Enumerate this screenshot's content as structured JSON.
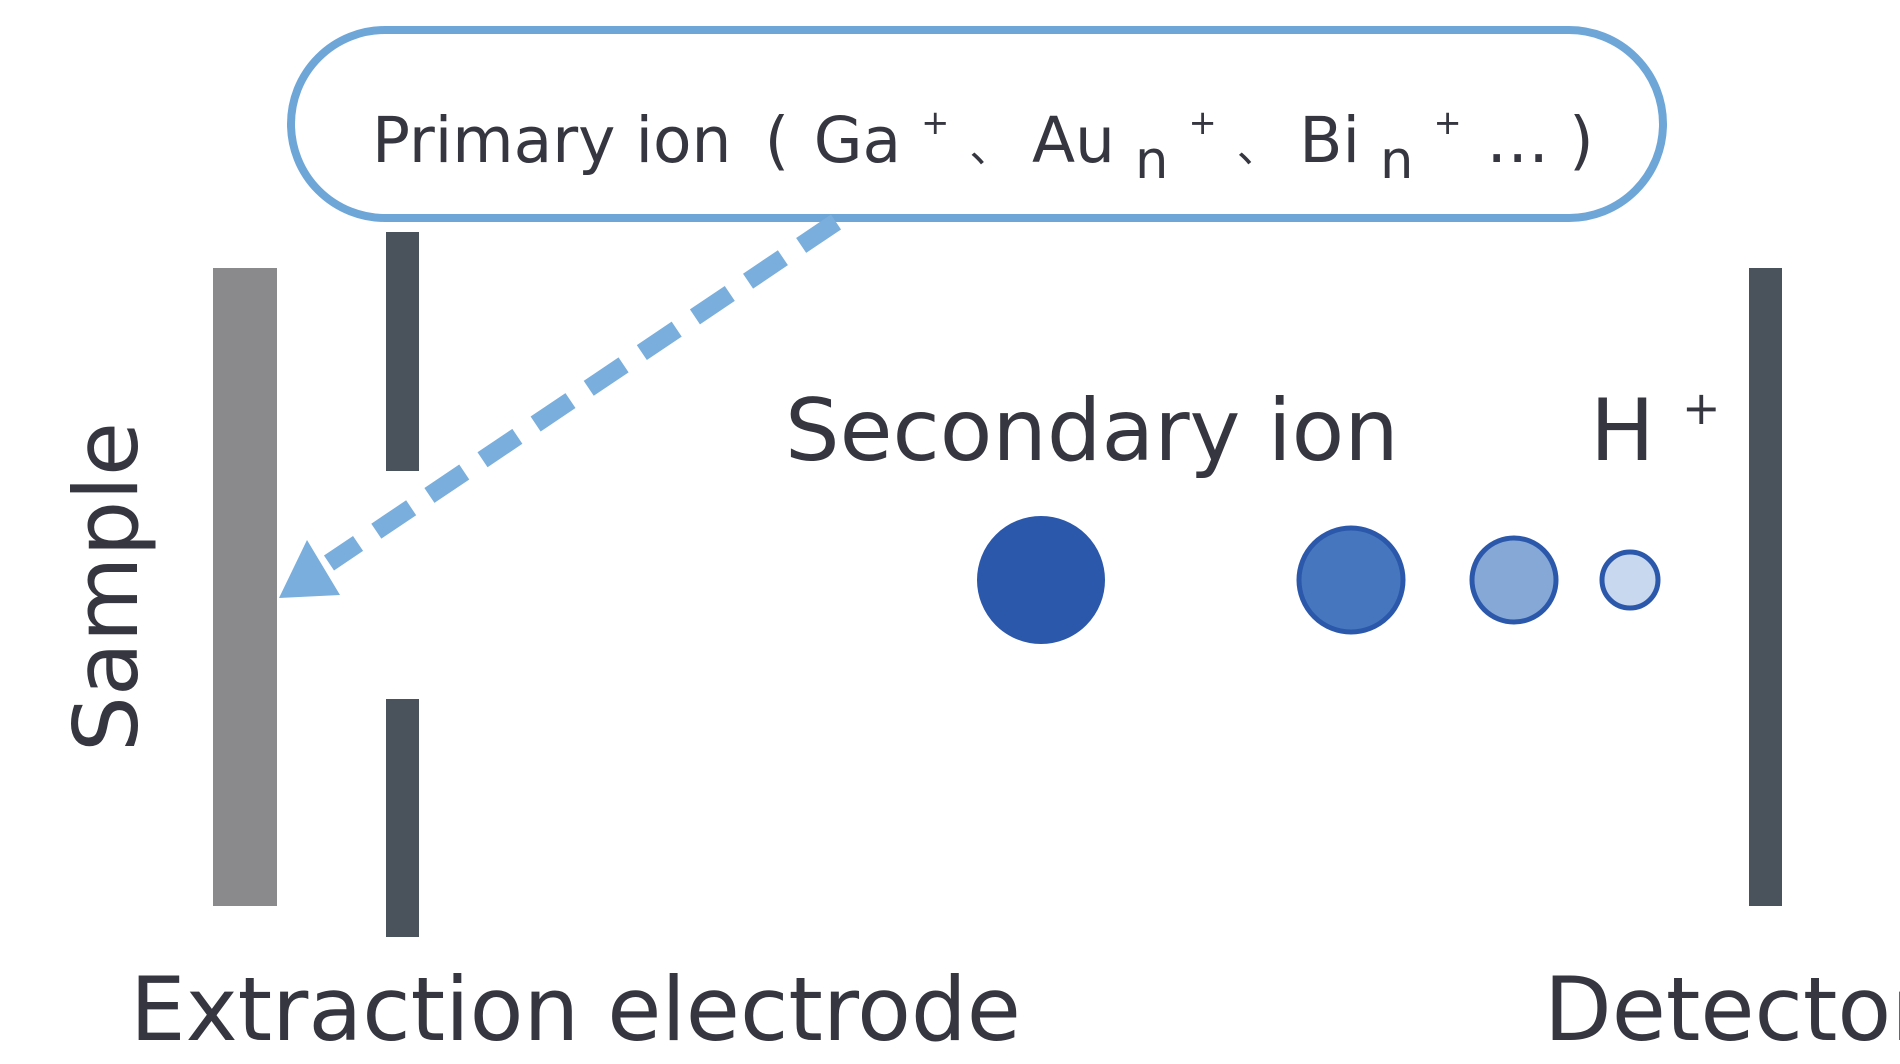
{
  "primary_ion": {
    "label": "Primary ion",
    "open_paren": "(",
    "species": [
      {
        "base": "Ga",
        "subscript": "",
        "superscript": "+"
      },
      {
        "base": "Au",
        "subscript": "n",
        "superscript": "+"
      },
      {
        "base": "Bi",
        "subscript": "n",
        "superscript": "+"
      }
    ],
    "separator": "、",
    "ellipsis": "…",
    "close_paren": ")"
  },
  "secondary_ion": {
    "label": "Secondary ion"
  },
  "hydrogen_ion": {
    "base": "H",
    "superscript": "+"
  },
  "sample_label": "Sample",
  "extraction_electrode_label": "Extraction electrode",
  "detector_label": "Detector",
  "colors": {
    "sample_bar": "#8a8a8c",
    "electrode": "#4a525c",
    "detector": "#4a525c",
    "callout_border": "#6ea6d8",
    "primary_arrow": "#7aaedc",
    "ion_outline": "#2c58ab",
    "ion_fills": [
      "#2c58ab",
      "#4677be",
      "#85a8d6",
      "#c8d8ef"
    ]
  },
  "icons": {
    "primary_ion_arrow": "dashed-arrow-icon"
  }
}
